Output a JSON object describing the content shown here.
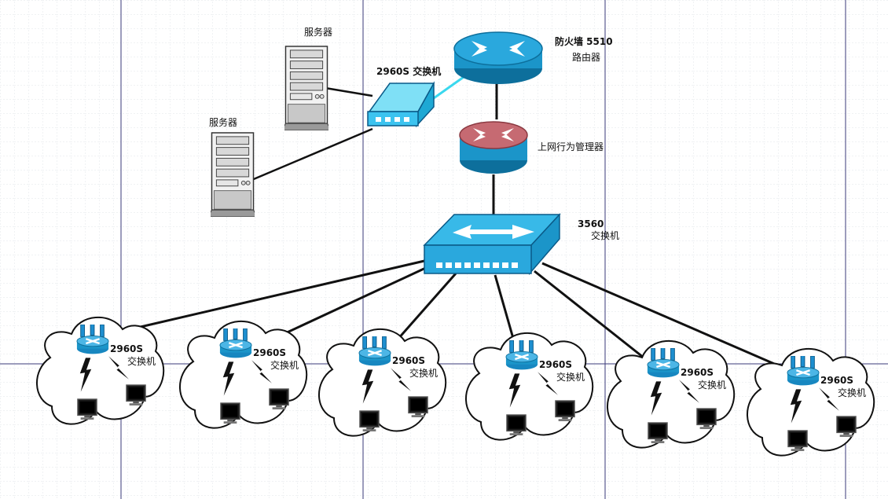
{
  "labels": {
    "server_top": "服务器",
    "server_left": "服务器",
    "access_switch_top": "2960S 交换机",
    "firewall_model": "防火墙  5510",
    "firewall_type": "路由器",
    "behavior_manager": "上网行为管理器",
    "core_switch_model": "3560",
    "core_switch_type": "交换机"
  },
  "clusters": [
    {
      "model": "2960S",
      "type": "交换机"
    },
    {
      "model": "2960S",
      "type": "交换机"
    },
    {
      "model": "2960S",
      "type": "交换机"
    },
    {
      "model": "2960S",
      "type": "交换机"
    },
    {
      "model": "2960S",
      "type": "交换机"
    },
    {
      "model": "2960S",
      "type": "交换机"
    }
  ],
  "colors": {
    "router_blue": "#1b95c9",
    "router_dark": "#0d6f9c",
    "manager_red": "#c66a72",
    "switch_cyan": "#3cc3ef",
    "link_cyan": "#3ad8ee",
    "grid_light": "#dfe3e8",
    "grid_dark": "#3a3a7a"
  },
  "icons": {
    "firewall": "router-icon",
    "manager": "router-icon",
    "core": "switch-icon",
    "access": "switch-icon",
    "server": "server-icon",
    "pc": "monitor-icon",
    "wireless": "lightning-icon"
  }
}
